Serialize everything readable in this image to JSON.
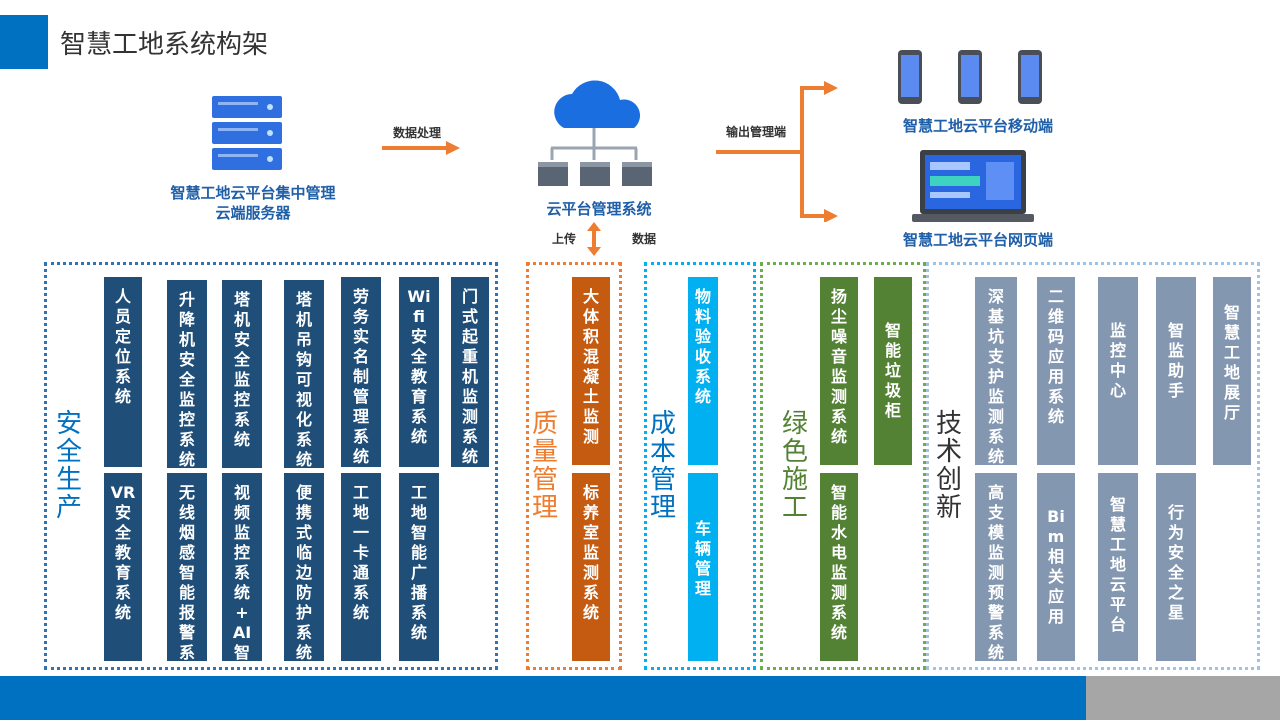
{
  "page": {
    "title": "智慧工地系统构架"
  },
  "architecture": {
    "server_label": "智慧工地云平台集中管理云端服务器",
    "data_processing_label": "数据处理",
    "cloud_platform_label": "云平台管理系统",
    "upload_label": "上传",
    "data_label": "数据",
    "output_label": "输出管理端",
    "mobile_label": "智慧工地云平台移动端",
    "web_label": "智慧工地云平台网页端"
  },
  "groups": [
    {
      "name": "安全生产",
      "border_color": "#2e74b5",
      "label_color": "#0070c0",
      "box_color": "#1f4e79",
      "boxes": [
        {
          "text": "人员定位系统"
        },
        {
          "text": "VR安全教育系统"
        },
        {
          "text": "升降机安全监控系统"
        },
        {
          "text": "无线烟感智能报警系统"
        },
        {
          "text": "塔机安全监控系统"
        },
        {
          "text": "视频监控系统+AI智监"
        },
        {
          "text": "塔机吊钩可视化系统"
        },
        {
          "text": "便携式临边防护系统"
        },
        {
          "text": "劳务实名制管理系统"
        },
        {
          "text": "工地一卡通系统"
        },
        {
          "text": "Wifi安全教育系统"
        },
        {
          "text": "工地智能广播系统"
        },
        {
          "text": "门式起重机监测系统"
        }
      ]
    },
    {
      "name": "质量管理",
      "border_color": "#ed7d31",
      "label_color": "#ed7d31",
      "box_color": "#c55a11",
      "boxes": [
        {
          "text": "大体积混凝土监测"
        },
        {
          "text": "标养室监测系统"
        }
      ]
    },
    {
      "name": "成本管理",
      "border_color": "#00b0f0",
      "label_color": "#0070c0",
      "box_color": "#00b0f0",
      "boxes": [
        {
          "text": "物料验收系统"
        },
        {
          "text": "车辆管理"
        }
      ]
    },
    {
      "name": "绿色施工",
      "border_color": "#70ad47",
      "label_color": "#548235",
      "box_color": "#548235",
      "boxes": [
        {
          "text": "扬尘噪音监测系统"
        },
        {
          "text": "智能水电监测系统"
        },
        {
          "text": "智能垃圾柜"
        }
      ]
    },
    {
      "name": "技术创新",
      "border_color": "#9dc3e6",
      "label_color": "#333333",
      "box_color": "#8497b0",
      "boxes": [
        {
          "text": "深基坑支护监测系统"
        },
        {
          "text": "高支模监测预警系统"
        },
        {
          "text": "二维码应用系统"
        },
        {
          "text": "Bim相关应用"
        },
        {
          "text": "监控中心"
        },
        {
          "text": "智慧工地云平台"
        },
        {
          "text": "智监助手"
        },
        {
          "text": "行为安全之星"
        },
        {
          "text": "智慧工地展厅"
        }
      ]
    }
  ]
}
